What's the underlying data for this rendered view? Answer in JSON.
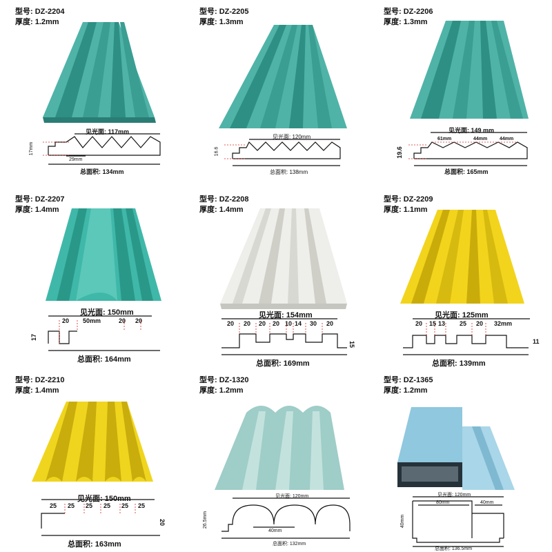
{
  "products": [
    {
      "model_label": "型号: DZ-2204",
      "thickness_label": "厚度: 1.2mm",
      "visible_width": "见光面: 117mm",
      "total_width": "总面积: 134mm",
      "height": "17mm",
      "dims": [
        "29mm"
      ],
      "color": "#4fb3a8"
    },
    {
      "model_label": "型号: DZ-2205",
      "thickness_label": "厚度: 1.3mm",
      "visible_width": "见光面: 120mm",
      "total_width": "总面积: 138mm",
      "height": "16.6",
      "dims": [],
      "color": "#4fb3a8"
    },
    {
      "model_label": "型号: DZ-2206",
      "thickness_label": "厚度: 1.3mm",
      "visible_width": "见光面: 149 mm",
      "total_width": "总面积: 165mm",
      "height": "19.6",
      "dims": [
        "61mm",
        "44mm",
        "44mm"
      ],
      "color": "#4fb3a8"
    },
    {
      "model_label": "型号: DZ-2207",
      "thickness_label": "厚度: 1.4mm",
      "visible_width": "见光面: 150mm",
      "total_width": "总面积: 164mm",
      "height": "17",
      "dims": [
        "20",
        "50mm",
        "20",
        "20"
      ],
      "color": "#3fb8a9"
    },
    {
      "model_label": "型号: DZ-2208",
      "thickness_label": "厚度: 1.4mm",
      "visible_width": "见光面: 154mm",
      "total_width": "总面积: 169mm",
      "height": "15",
      "dims": [
        "20",
        "20",
        "20",
        "20",
        "10",
        "14",
        "30",
        "20"
      ],
      "color": "#eeeeea"
    },
    {
      "model_label": "型号: DZ-2209",
      "thickness_label": "厚度: 1.1mm",
      "visible_width": "见光面: 125mm",
      "total_width": "总面积: 139mm",
      "height": "11",
      "dims": [
        "20",
        "15",
        "13",
        "25",
        "20",
        "32mm"
      ],
      "color": "#f2d41c"
    },
    {
      "model_label": "型号: DZ-2210",
      "thickness_label": "厚度: 1.4mm",
      "visible_width": "见光面: 150mm",
      "total_width": "总面积: 163mm",
      "height": "20",
      "dims": [
        "25",
        "25",
        "25",
        "25",
        "25",
        "25"
      ],
      "color": "#f0d51e"
    },
    {
      "model_label": "型号: DZ-1320",
      "thickness_label": "厚度: 1.2mm",
      "visible_width": "见光面: 120mm",
      "total_width": "总面积: 132mm",
      "height": "26.5mm",
      "dims": [
        "40mm"
      ],
      "color": "#9fcdc8"
    },
    {
      "model_label": "型号: DZ-1365",
      "thickness_label": "厚度: 1.2mm",
      "visible_width": "见光面: 120mm",
      "total_width": "总面积: 136.5mm",
      "height": "40mm",
      "dims": [
        "80mm",
        "40mm"
      ],
      "color": "#8fc8df"
    }
  ]
}
